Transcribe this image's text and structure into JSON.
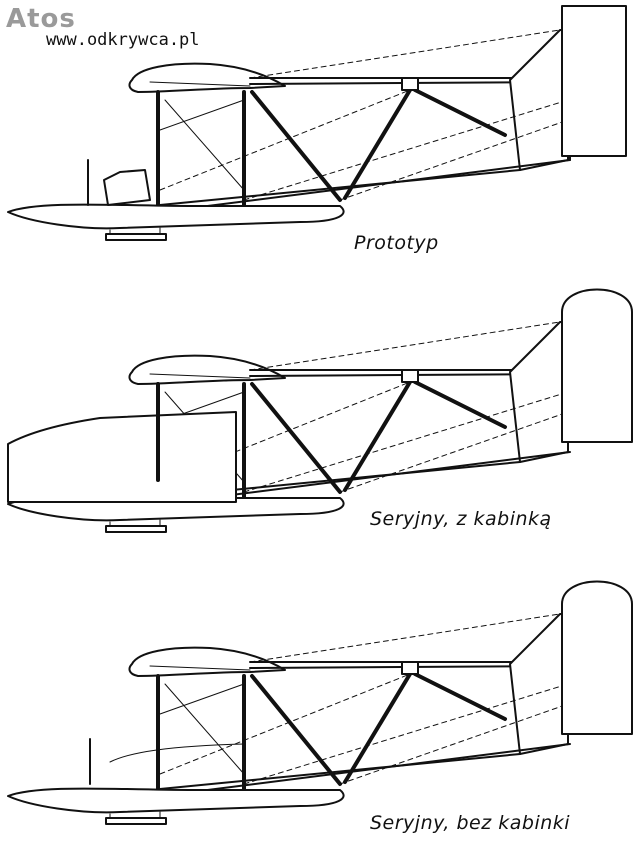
{
  "watermark": "Atos",
  "site_url": "www.odkrywca.pl",
  "drawings": [
    {
      "caption": "Prototyp"
    },
    {
      "caption": "Seryjny, z kabinką"
    },
    {
      "caption": "Seryjny, bez kabinki"
    }
  ]
}
